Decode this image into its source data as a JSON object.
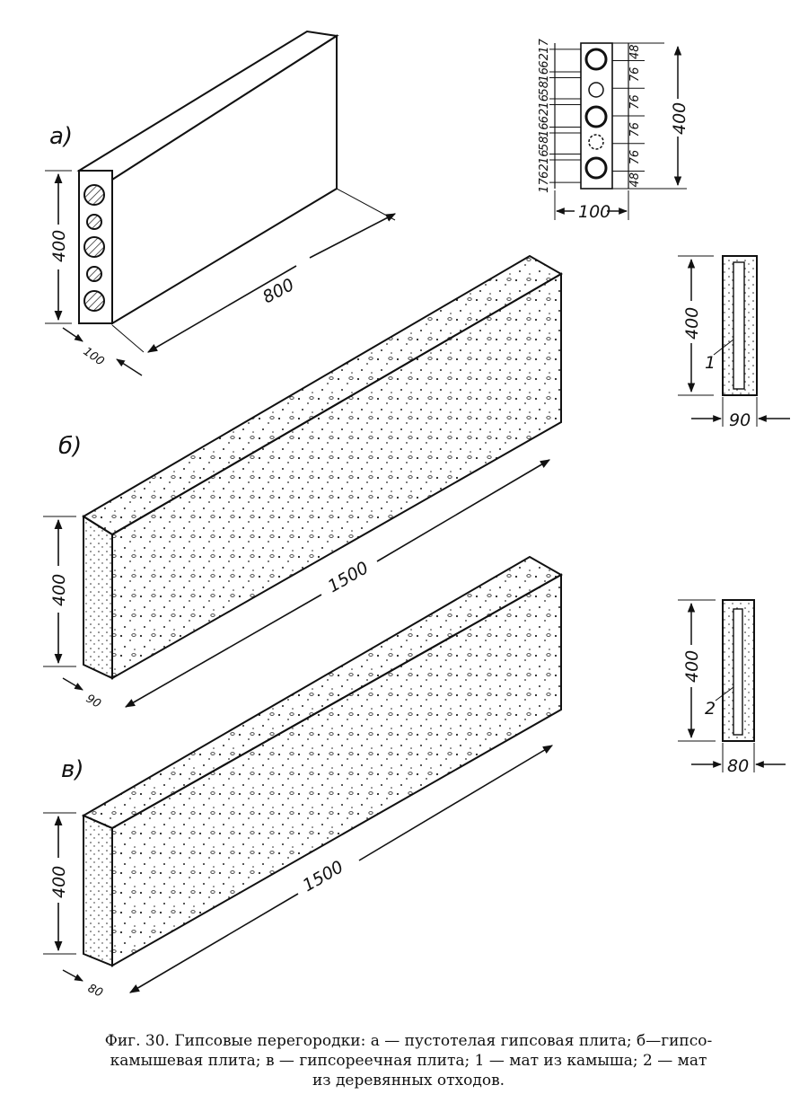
{
  "figure": {
    "labels": {
      "a": "а)",
      "b": "б)",
      "v": "в)"
    },
    "slab_a": {
      "height": "400",
      "length": "800",
      "thickness": "100"
    },
    "slab_b": {
      "height": "400",
      "length": "1500",
      "thickness": "90"
    },
    "slab_v": {
      "height": "400",
      "length": "1500",
      "thickness": "80"
    },
    "hole_detail": {
      "left_dims": [
        "17",
        "62",
        "16",
        "58",
        "16",
        "62",
        "16",
        "58",
        "16",
        "62",
        "17"
      ],
      "right_dims": [
        "48",
        "76",
        "76",
        "76",
        "76",
        "48"
      ],
      "total_height": "400",
      "width": "100"
    },
    "section_b": {
      "height": "400",
      "width": "90",
      "callout": "1"
    },
    "section_v": {
      "height": "400",
      "width": "80",
      "callout": "2"
    }
  },
  "caption": {
    "line1": "Фиг. 30. Гипсовые перегородки: а — пустотелая гипсовая плита; б—гипсо-",
    "line2": "камышевая плита; в — гипсореечная плита; 1 — мат из камыша; 2 — мат",
    "line3": "из деревянных отходов."
  }
}
